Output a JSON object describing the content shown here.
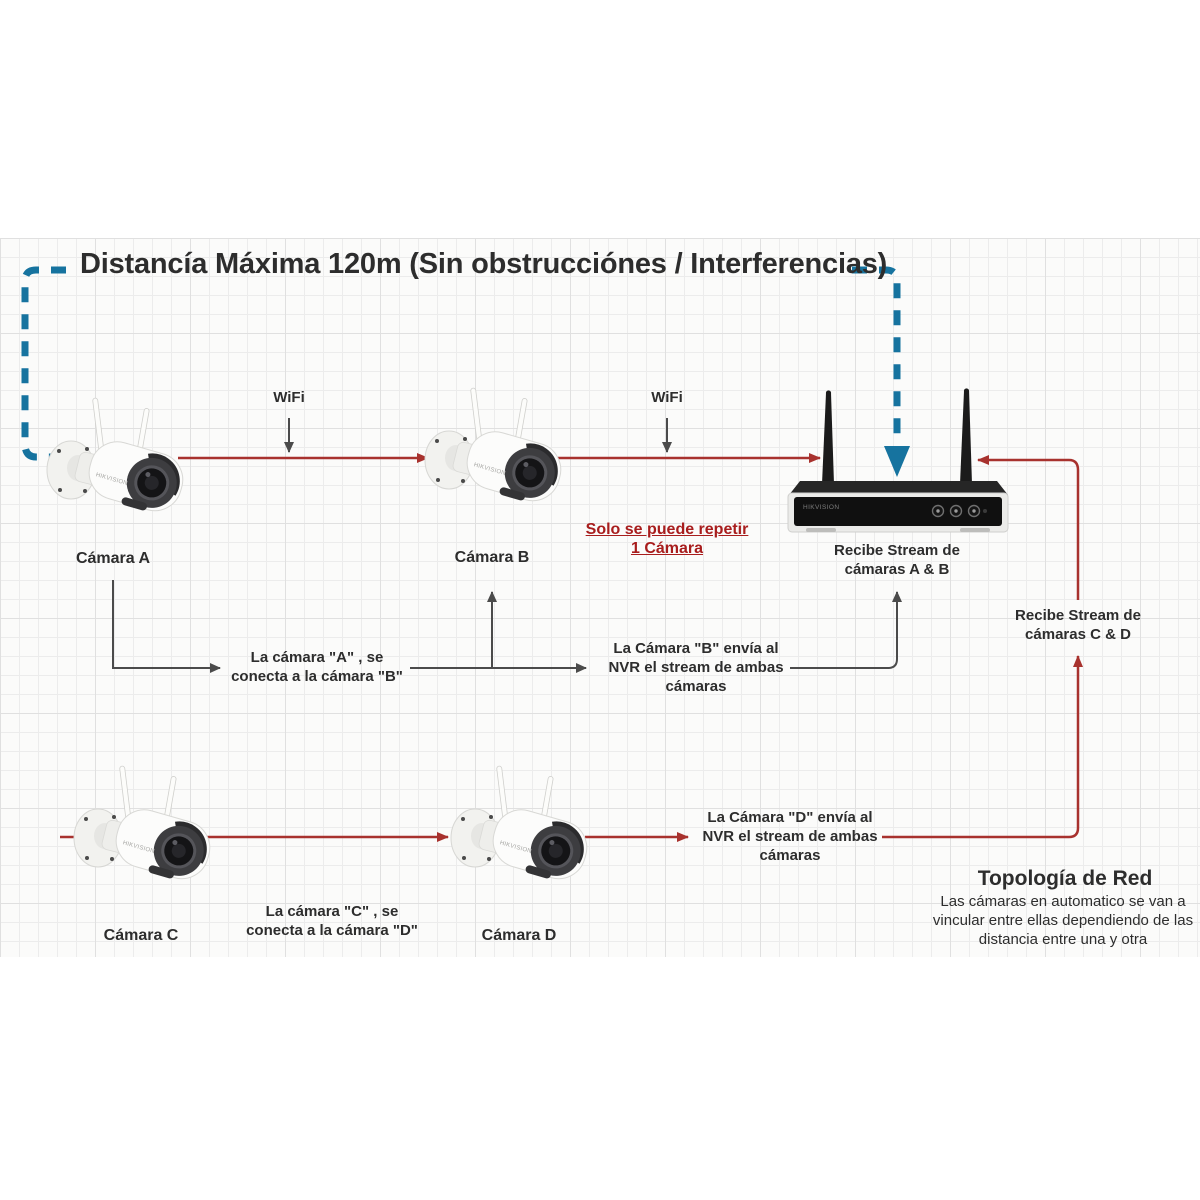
{
  "title": "Distancía Máxima 120m (Sin obstrucciónes / Interferencias)",
  "brand": "HIKVISION",
  "labels": {
    "wifi": "WiFi",
    "camera_a": "Cámara A",
    "camera_b": "Cámara B",
    "camera_c": "Cámara C",
    "camera_d": "Cámara D"
  },
  "annotations": {
    "repeat_line1": "Solo se puede repetir",
    "repeat_line2": "1 Cámara",
    "flow_a_to_b": "La cámara \"A\" , se conecta a la cámara \"B\"",
    "flow_b_to_nvr": "La Cámara \"B\" envía al NVR el stream de ambas cámaras",
    "flow_c_to_d": "La cámara \"C\" , se conecta a la cámara \"D\"",
    "flow_d_to_nvr": "La Cámara \"D\" envía al NVR el stream de ambas cámaras",
    "nvr_receives_ab": "Recibe Stream de cámaras A & B",
    "nvr_receives_cd": "Recibe Stream de cámaras C & D"
  },
  "topology_note": {
    "title": "Topología de Red",
    "body": "Las cámaras en automatico se van a vincular entre ellas dependiendo de las distancia entre una y otra"
  },
  "colors": {
    "red_line": "#a8322e",
    "blue_dashed": "#16739f",
    "grey_line": "#4b4b4b",
    "red_text": "#a81d1d",
    "text": "#2d2d2d"
  }
}
